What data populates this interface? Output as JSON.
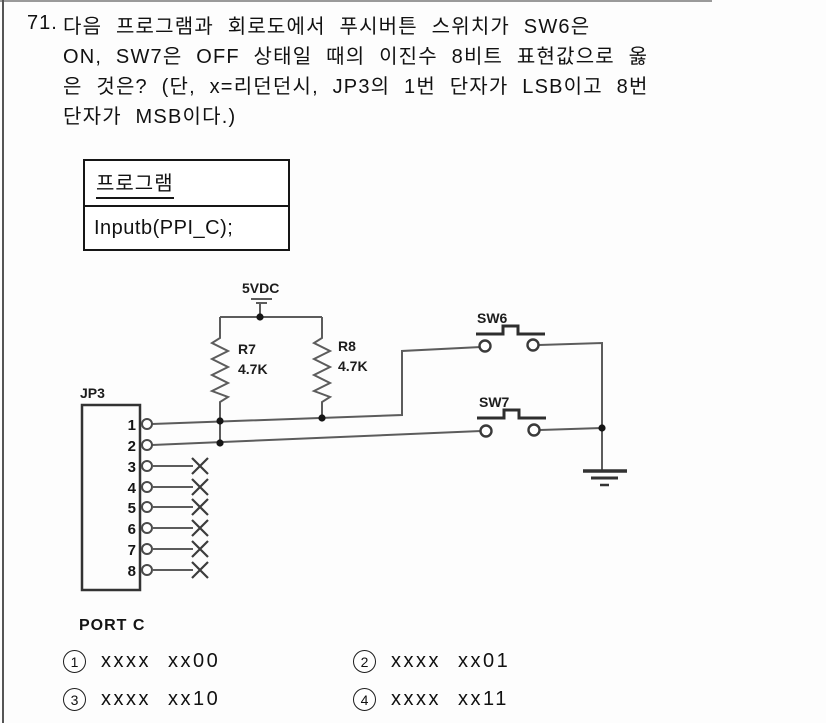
{
  "question": {
    "number": "71.",
    "lines": [
      "다음 프로그램과 회로도에서 푸시버튼 스위치가 SW6은",
      "ON, SW7은 OFF 상태일 때의 이진수 8비트 표현값으로 옳",
      "은 것은? (단, x=리던던시, JP3의 1번 단자가 LSB이고 8번",
      "단자가 MSB이다.)"
    ]
  },
  "program_table": {
    "header": "프로그램",
    "code": "Inputb(PPI_C);"
  },
  "circuit": {
    "power_label": "5VDC",
    "resistors": [
      {
        "name": "R7",
        "value": "4.7K"
      },
      {
        "name": "R8",
        "value": "4.7K"
      }
    ],
    "switches": [
      {
        "name": "SW6"
      },
      {
        "name": "SW7"
      }
    ],
    "connector": {
      "name": "JP3",
      "pins": [
        "1",
        "2",
        "3",
        "4",
        "5",
        "6",
        "7",
        "8"
      ],
      "port_label": "PORT C"
    }
  },
  "answers": [
    {
      "marker": "1",
      "text": "xxxx xx00"
    },
    {
      "marker": "2",
      "text": "xxxx xx01"
    },
    {
      "marker": "3",
      "text": "xxxx xx10"
    },
    {
      "marker": "4",
      "text": "xxxx xx11"
    }
  ],
  "colors": {
    "ink": "#111111",
    "wire": "#5c5c5c",
    "background": "#fdfdfd"
  }
}
